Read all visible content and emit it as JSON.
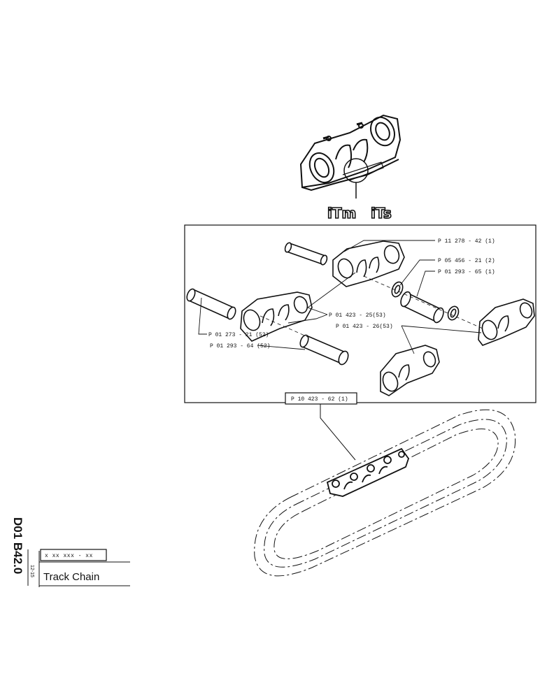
{
  "logos": {
    "left": "iTm",
    "right": "iTs"
  },
  "parts": [
    {
      "label": "P 11 278 - 42 (1)"
    },
    {
      "label": "P 05 456 - 21 (2)"
    },
    {
      "label": "P 01 293 - 65 (1)"
    },
    {
      "label": "P 01 423 - 25(53)"
    },
    {
      "label": "P 01 423 - 26(53)"
    },
    {
      "label": "P 01 273 - 21 (52)"
    },
    {
      "label": "P 01 293 - 64 (52)"
    },
    {
      "label": "P 10 423 - 62 (1)"
    }
  ],
  "title_block": {
    "side_code": "D01 B42.0",
    "revision": "12-15",
    "code": "x xx xxx - xx",
    "title": "Track Chain"
  }
}
